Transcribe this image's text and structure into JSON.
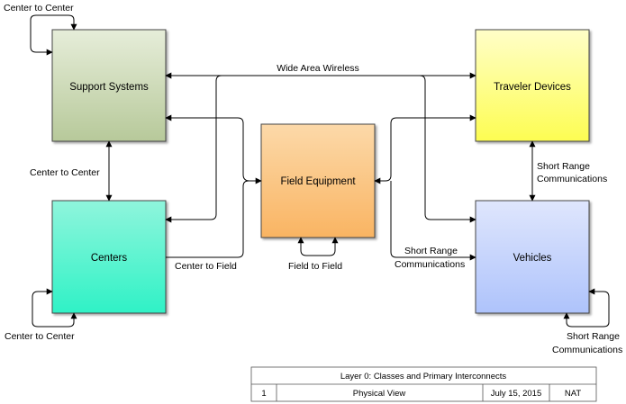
{
  "nodes": {
    "support_systems": "Support Systems",
    "traveler_devices": "Traveler Devices",
    "field_equipment": "Field Equipment",
    "centers": "Centers",
    "vehicles": "Vehicles"
  },
  "edge_labels": {
    "center_to_center_top": "Center to Center",
    "wide_area_wireless": "Wide Area Wireless",
    "center_to_center_mid": "Center to Center",
    "short_range_communications_right_1": "Short Range",
    "short_range_communications_right_2": "Communications",
    "center_to_field": "Center to Field",
    "field_to_field": "Field to Field",
    "short_range_communications_mid_1": "Short Range",
    "short_range_communications_mid_2": "Communications",
    "center_to_center_bottom": "Center to Center",
    "short_range_communications_bottom_1": "Short Range",
    "short_range_communications_bottom_2": "Communications"
  },
  "title_block": {
    "title": "Layer 0: Classes and Primary Interconnects",
    "number": "1",
    "view": "Physical View",
    "date": "July 15, 2015",
    "author": "NAT"
  }
}
